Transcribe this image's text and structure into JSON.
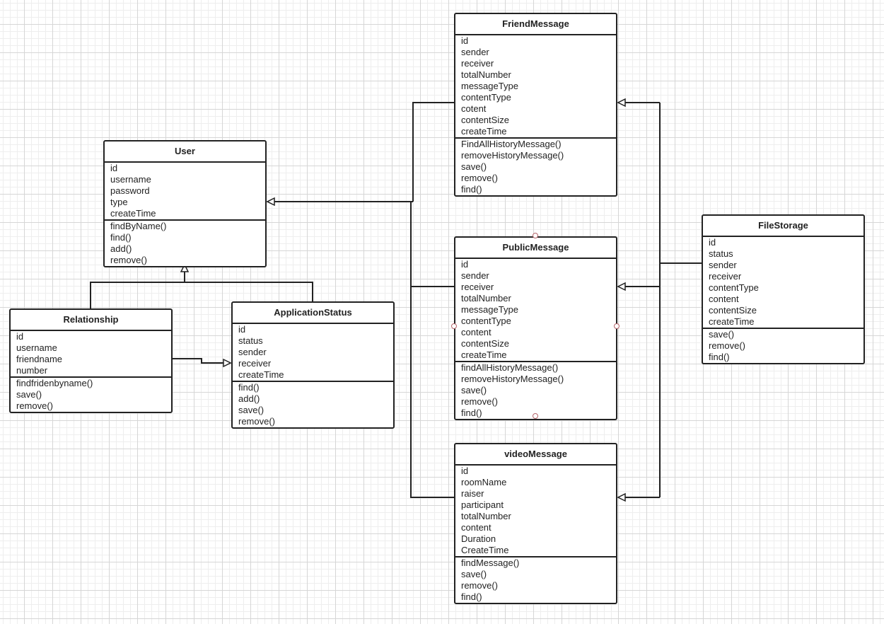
{
  "classes": [
    {
      "key": "user",
      "name": "User",
      "attributes": [
        "id",
        "username",
        "password",
        "type",
        "createTime"
      ],
      "methods": [
        "findByName()",
        "find()",
        "add()",
        "remove()"
      ]
    },
    {
      "key": "relationship",
      "name": "Relationship",
      "attributes": [
        "id",
        "username",
        "friendname",
        "number"
      ],
      "methods": [
        "findfridenbyname()",
        "save()",
        "remove()"
      ]
    },
    {
      "key": "applicationstatus",
      "name": "ApplicationStatus",
      "attributes": [
        "id",
        "status",
        "sender",
        "receiver",
        "createTime"
      ],
      "methods": [
        "find()",
        "add()",
        "save()",
        "remove()"
      ]
    },
    {
      "key": "friendmessage",
      "name": "FriendMessage",
      "attributes": [
        "id",
        "sender",
        "receiver",
        "totalNumber",
        "messageType",
        "contentType",
        "cotent",
        "contentSize",
        "createTime"
      ],
      "methods": [
        "FindAllHistoryMessage()",
        "removeHistoryMessage()",
        "save()",
        "remove()",
        "find()"
      ]
    },
    {
      "key": "publicmessage",
      "name": "PublicMessage",
      "attributes": [
        "id",
        "sender",
        "receiver",
        "totalNumber",
        "messageType",
        "contentType",
        "content",
        "contentSize",
        "createTime"
      ],
      "methods": [
        "findAllHistoryMessage()",
        "removeHistoryMessage()",
        "save()",
        "remove()",
        "find()"
      ]
    },
    {
      "key": "videomessage",
      "name": "videoMessage",
      "attributes": [
        "id",
        "roomName",
        "raiser",
        "participant",
        "totalNumber",
        "content",
        "Duration",
        "CreateTime"
      ],
      "methods": [
        "findMessage()",
        "save()",
        "remove()",
        "find()"
      ]
    },
    {
      "key": "filestorage",
      "name": "FileStorage",
      "attributes": [
        "id",
        "status",
        "sender",
        "receiver",
        "contentType",
        "content",
        "contentSize",
        "createTime"
      ],
      "methods": [
        "save()",
        "remove()",
        "find()"
      ]
    }
  ],
  "relationships": [
    {
      "type": "inheritance",
      "from": "Relationship",
      "to": "User"
    },
    {
      "type": "inheritance",
      "from": "ApplicationStatus",
      "to": "User"
    },
    {
      "type": "association",
      "from": "Relationship",
      "to": "ApplicationStatus"
    },
    {
      "type": "association",
      "from": "FriendMessage",
      "to": "User"
    },
    {
      "type": "association",
      "from": "PublicMessage",
      "to": "User"
    },
    {
      "type": "association",
      "from": "videoMessage",
      "to": "User"
    },
    {
      "type": "inheritance",
      "from": "FileStorage",
      "to": "FriendMessage"
    },
    {
      "type": "inheritance",
      "from": "FileStorage",
      "to": "PublicMessage"
    },
    {
      "type": "inheritance",
      "from": "FileStorage",
      "to": "videoMessage"
    }
  ],
  "colors": {
    "line": "#222222",
    "grid_major": "#d6d6d6",
    "grid_minor": "#eeeeee",
    "connection_point": "#b5646a"
  }
}
